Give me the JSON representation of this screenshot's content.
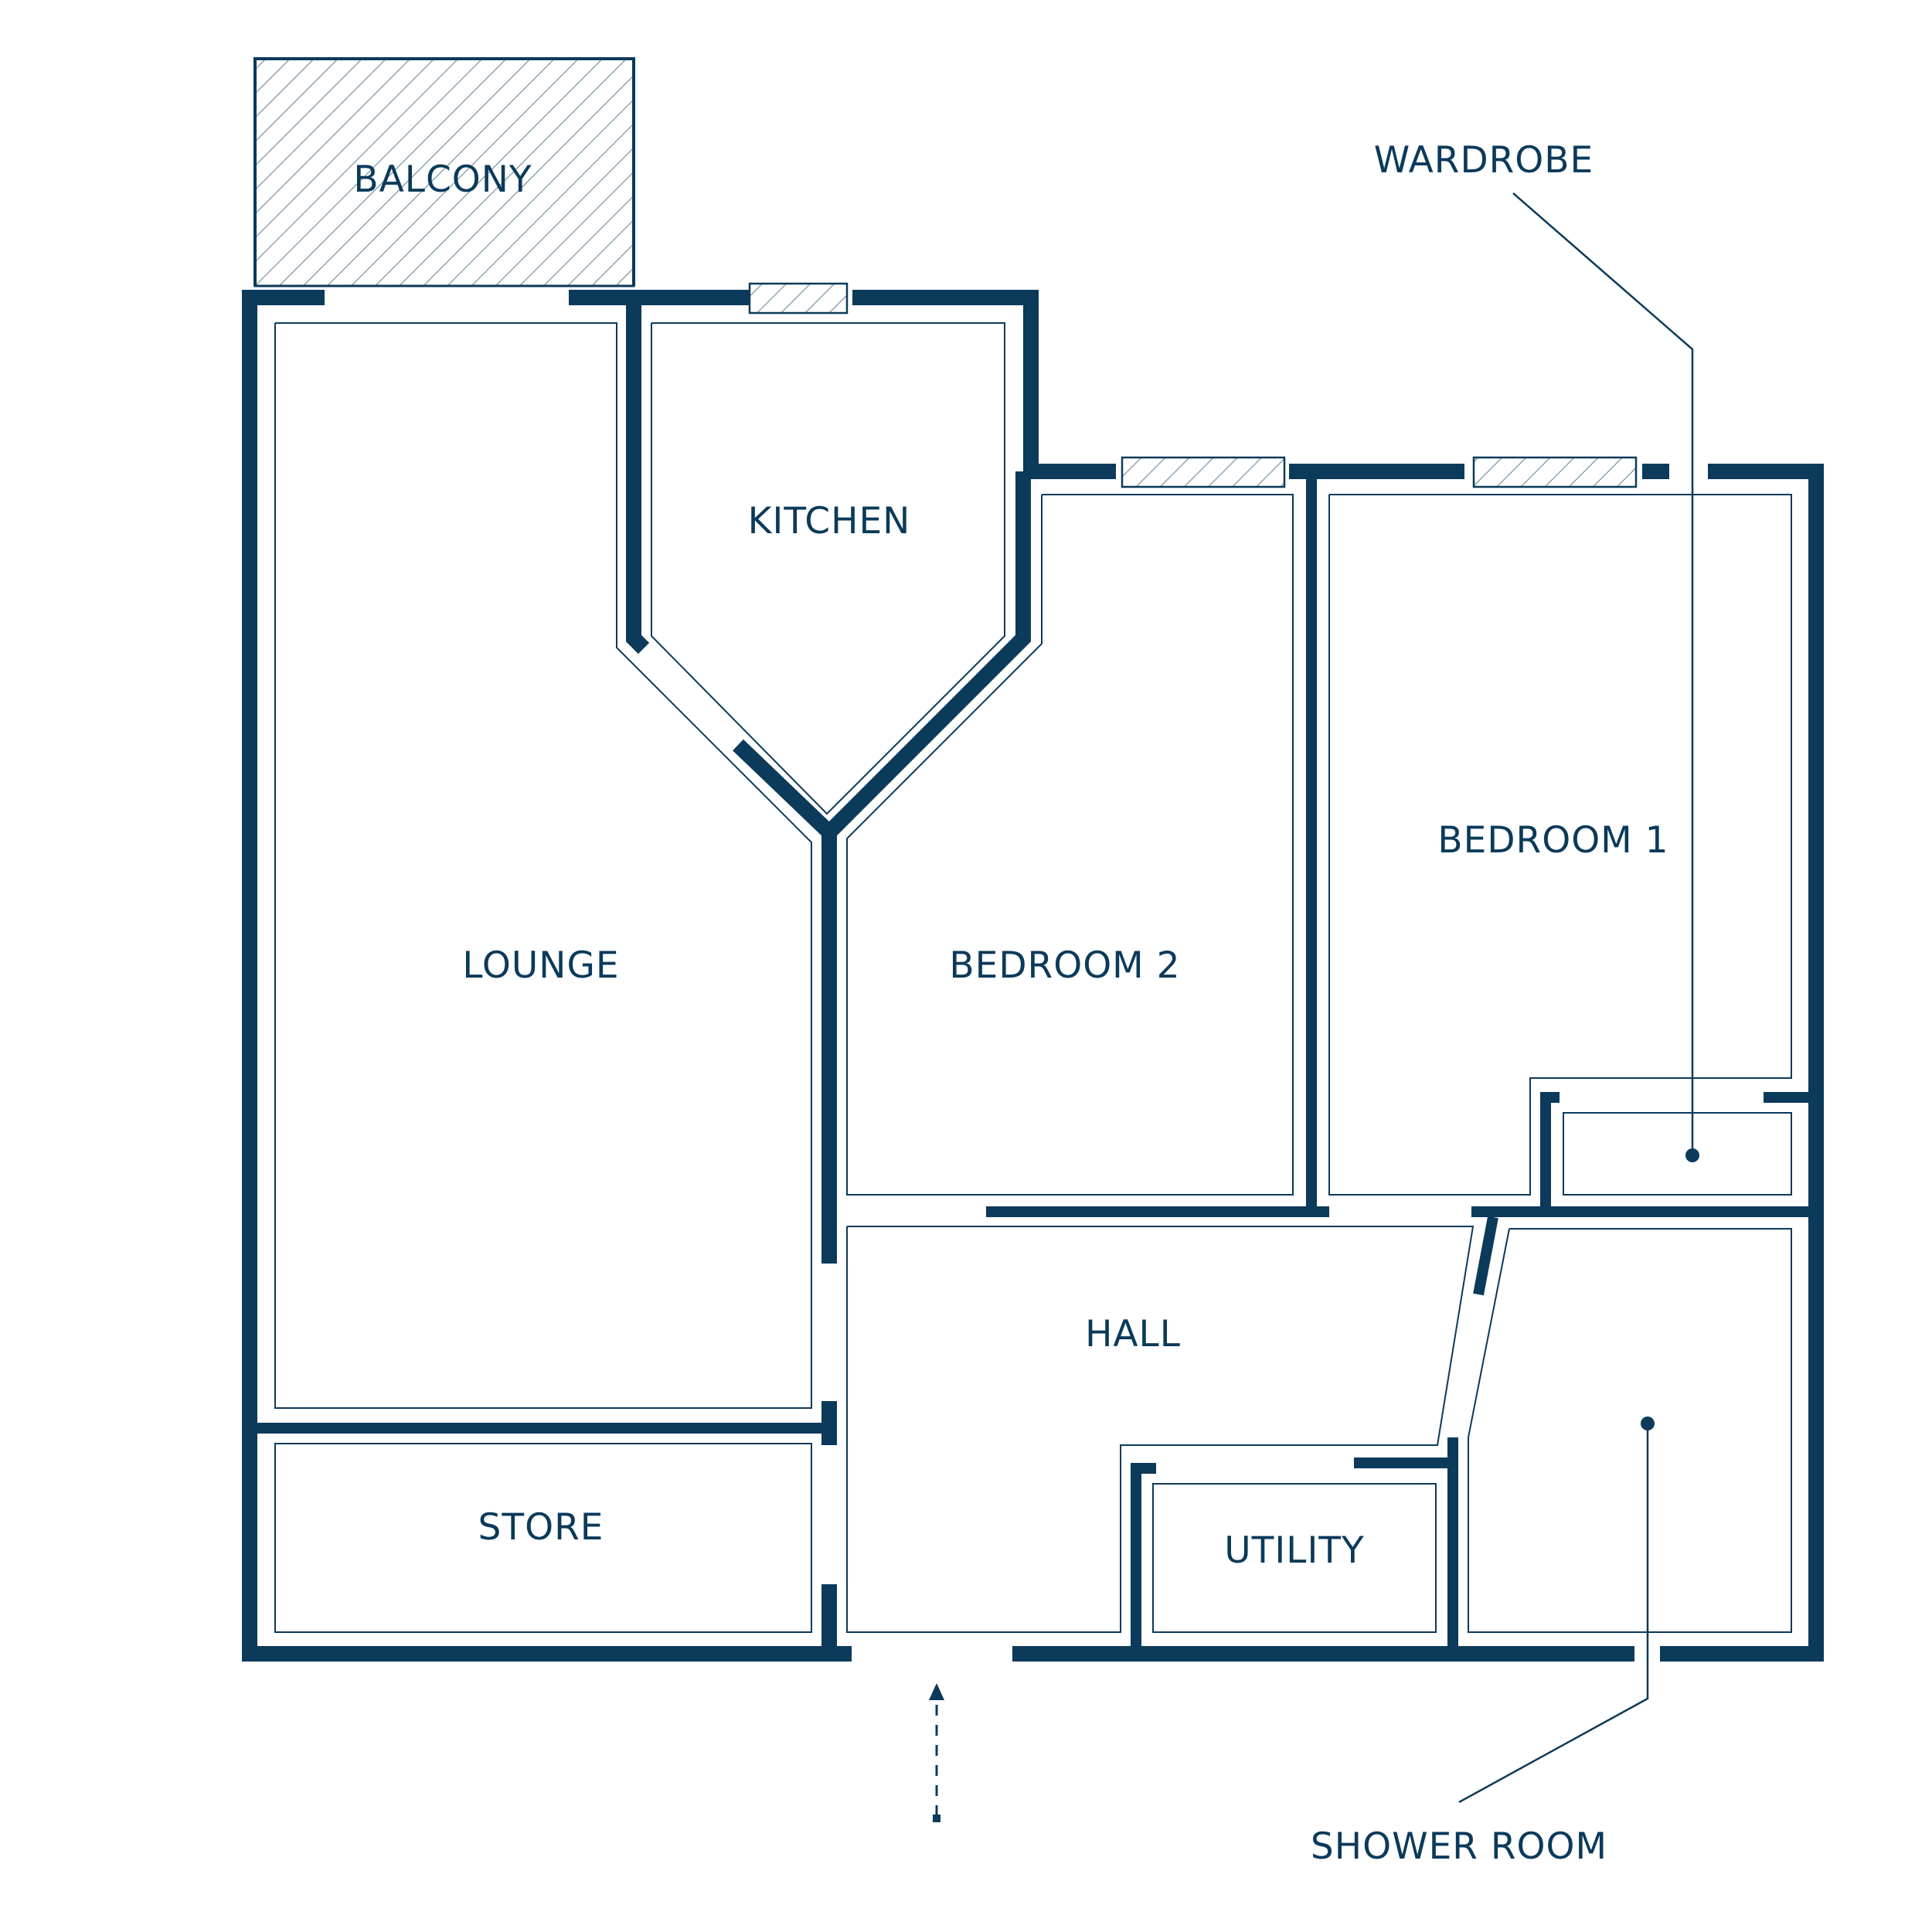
{
  "rooms": {
    "balcony": "BALCONY",
    "kitchen": "KITCHEN",
    "lounge": "LOUNGE",
    "bedroom2": "BEDROOM 2",
    "bedroom1": "BEDROOM 1",
    "hall": "HALL",
    "store": "STORE",
    "utility": "UTILITY"
  },
  "callouts": {
    "wardrobe": "WARDROBE",
    "shower_room": "SHOWER ROOM"
  },
  "colors": {
    "wall": "#0b3a5a",
    "background": "#ffffff"
  }
}
